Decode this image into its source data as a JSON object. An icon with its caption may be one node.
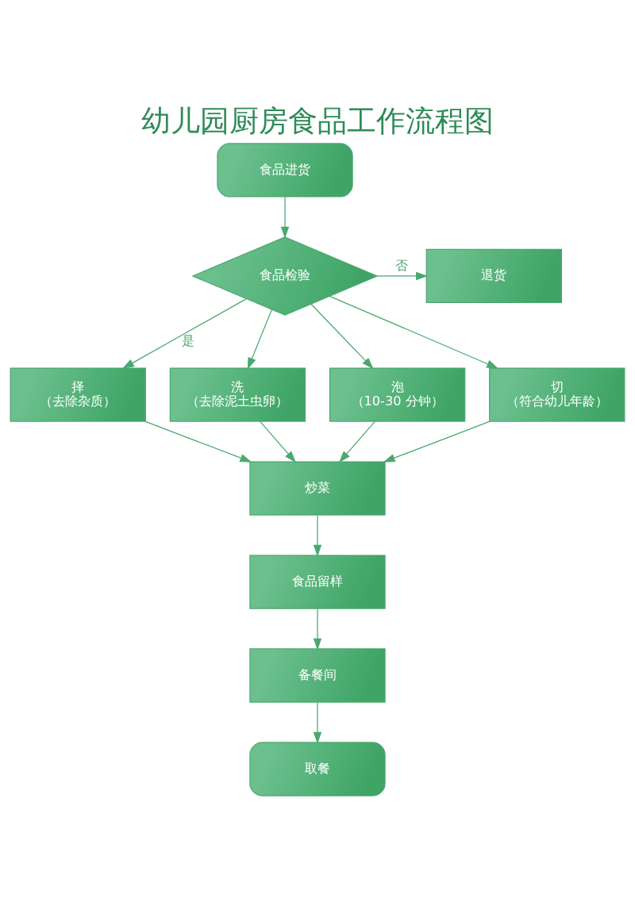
{
  "diagram": {
    "title": "幼儿园厨房食品工作流程图",
    "nodes": [
      {
        "text": [
          "食品进货"
        ]
      },
      {
        "text": [
          "食品检验"
        ]
      },
      {
        "text": [
          "退货"
        ]
      },
      {
        "text": [
          "择",
          "（去除杂质）"
        ]
      },
      {
        "text": [
          "洗",
          "（去除泥土虫卵）"
        ]
      },
      {
        "text": [
          "泡",
          "（10-30 分钟）"
        ]
      },
      {
        "text": [
          "切",
          "（符合幼儿年龄）"
        ]
      },
      {
        "text": [
          "炒菜"
        ]
      },
      {
        "text": [
          "食品留样"
        ]
      },
      {
        "text": [
          "备餐间"
        ]
      },
      {
        "text": [
          "取餐"
        ]
      }
    ],
    "edges": [
      {
        "from": 0,
        "to": 1,
        "arrow": "to"
      },
      {
        "from": 1,
        "to": 2,
        "arrow": "to",
        "label": "否"
      },
      {
        "from": 1,
        "to": 3,
        "arrow": "to",
        "label": "是"
      },
      {
        "from": 1,
        "to": 4,
        "arrow": "to"
      },
      {
        "from": 1,
        "to": 5,
        "arrow": "to"
      },
      {
        "from": 1,
        "to": 6,
        "arrow": "to"
      },
      {
        "from": 3,
        "to": 7,
        "arrow": "to"
      },
      {
        "from": 4,
        "to": 7,
        "arrow": "to"
      },
      {
        "from": 5,
        "to": 7,
        "arrow": "to"
      },
      {
        "from": 6,
        "to": 7,
        "arrow": "to"
      },
      {
        "from": 7,
        "to": 8,
        "arrow": "to"
      },
      {
        "from": 8,
        "to": 9,
        "arrow": "to"
      },
      {
        "from": 9,
        "to": 10,
        "arrow": "to"
      }
    ]
  }
}
